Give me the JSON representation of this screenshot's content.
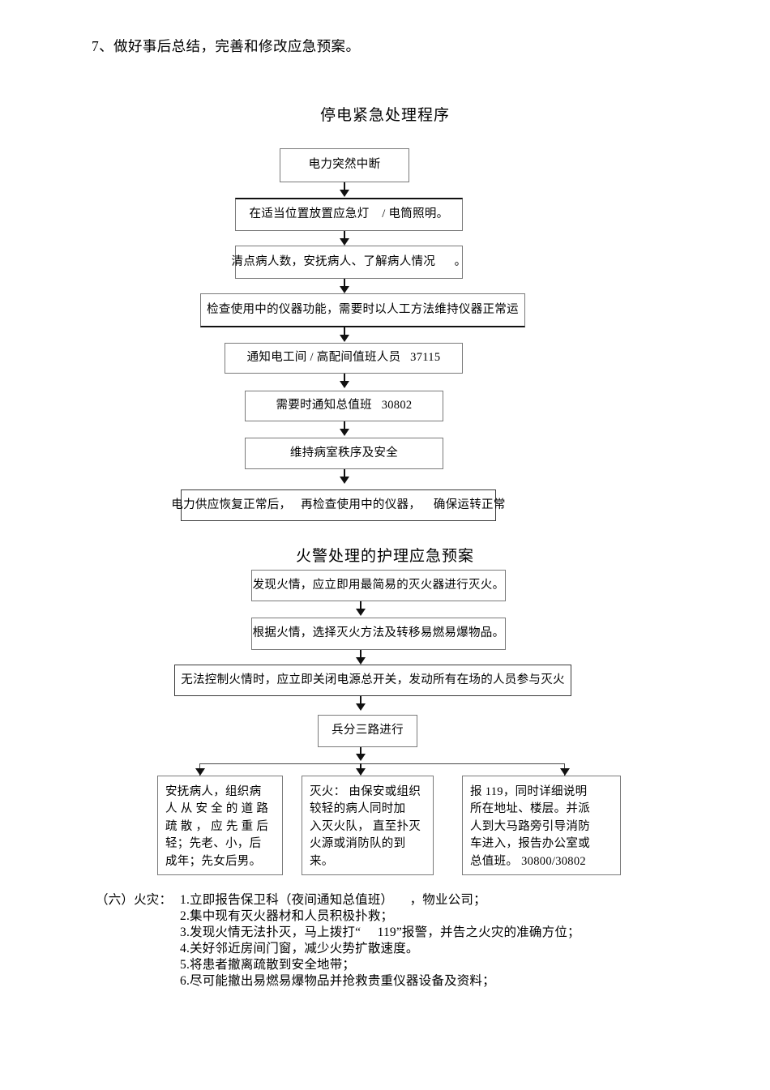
{
  "document": {
    "top_paragraph": "7、做好事后总结，完善和修改应急预案。"
  },
  "power_outage_flowchart": {
    "title": "停电紧急处理程序",
    "steps": [
      {
        "id": "power-interrupt",
        "text": "电力突然中断"
      },
      {
        "id": "emergency-light",
        "text": "在适当位置放置应急灯    / 电筒照明。"
      },
      {
        "id": "count-patients",
        "text": "清点病人数，安抚病人、了解病人情况      。"
      },
      {
        "id": "check-instruments",
        "text": "检查使用中的仪器功能，需要时以人工方法维持仪器正常运"
      },
      {
        "id": "notify-electrician",
        "text": "通知电工间 / 高配间值班人员   37115"
      },
      {
        "id": "notify-duty-office",
        "text": "需要时通知总值班   30802"
      },
      {
        "id": "maintain-order",
        "text": "维持病室秩序及安全"
      },
      {
        "id": "recheck-after",
        "text": "电力供应恢复正常后，   再检查使用中的仪器，    确保运转正常"
      }
    ]
  },
  "fire_alarm_flowchart": {
    "title": "火警处理的护理应急预案",
    "steps": [
      {
        "id": "discover-fire",
        "text": "发现火情，应立即用最简易的灭火器进行灭火。"
      },
      {
        "id": "choose-method",
        "text": "根据火情，选择灭火方法及转移易燃易爆物品。"
      },
      {
        "id": "cut-power",
        "text": "无法控制火情时，应立即关闭电源总开关，发动所有在场的人员参与灭火"
      },
      {
        "id": "three-branches",
        "text": "兵分三路进行"
      }
    ],
    "branches": [
      {
        "id": "evacuate-patients",
        "text": "安抚病人，组织病\n人 从 安 全 的 道 路\n疏 散 ， 应 先 重 后\n轻；先老、小，后\n成年；先女后男。"
      },
      {
        "id": "extinguish-fire",
        "text": "灭火： 由保安或组织\n较轻的病人同时加\n入灭火队，  直至扑灭\n火源或消防队的到\n来。"
      },
      {
        "id": "call-119",
        "text": "报  119，同时详细说明\n所在地址、楼层。并派\n人到大马路旁引导消防\n车进入，报告办公室或\n总值班。  30800/30802"
      }
    ]
  },
  "fire_procedure_list": {
    "lead": "（六）火灾：",
    "items": [
      "1.立即报告保卫科（夜间通知总值班）     ，物业公司；",
      "2.集中现有灭火器材和人员积极扑救；",
      "3.发现火情无法扑灭，马上拨打“     119”报警，并告之火灾的准确方位；",
      "4.关好邻近房间门窗，减少火势扩散速度。",
      "5.将患者撤离疏散到安全地带；",
      "6.尽可能撤出易燃易爆物品并抢救贵重仪器设备及资料；"
    ]
  }
}
